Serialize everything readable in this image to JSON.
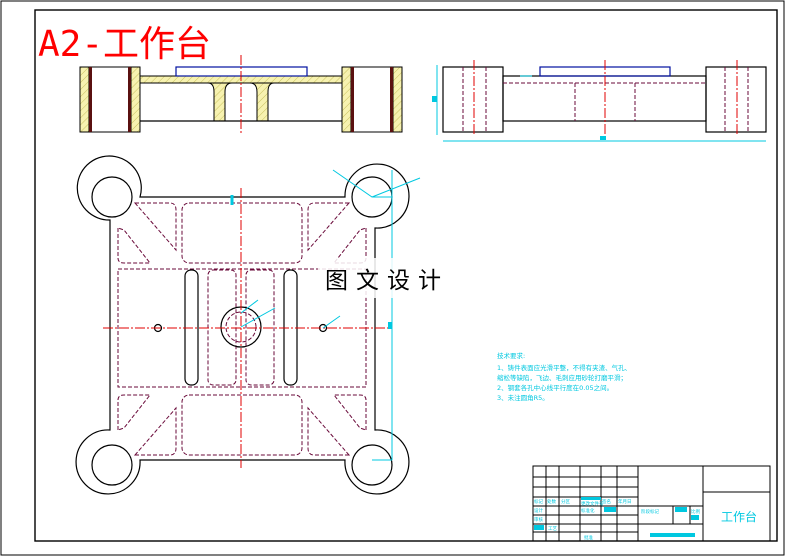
{
  "drawing": {
    "title": "A2-工作台",
    "watermark": "图文设计",
    "colors": {
      "title": "#ff0000",
      "outline": "#000000",
      "hidden_line": "#6a0a3a",
      "center_line": "#e00000",
      "dimension": "#00c8e0",
      "hatch": "#f5f0a0"
    },
    "technical_requirements": {
      "heading": "技术要求:",
      "items": [
        "1、铸件表面应光滑平整，不得有夹渣、气孔、",
        "   缩松等缺陷，飞边、毛刺应用砂轮打磨平滑；",
        "2、钢套各孔中心线平行度在0.05之间。",
        "3、未注圆角R5。"
      ]
    },
    "title_block": {
      "part_name": "工作台",
      "labels": [
        "标记",
        "处数",
        "分区",
        "更改文件号",
        "签名",
        "年月日",
        "设计",
        "标准化",
        "阶段标记",
        "重量",
        "比例",
        "审核",
        "工艺",
        "批准"
      ]
    }
  }
}
